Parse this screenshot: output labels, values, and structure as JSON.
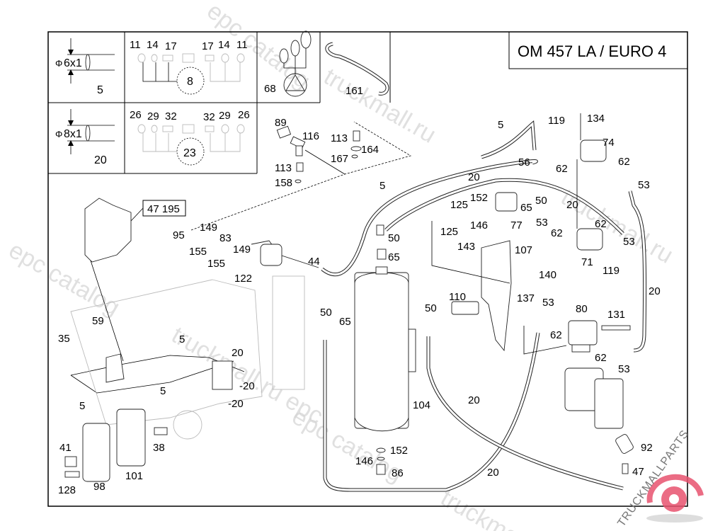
{
  "title": "OM 457 LA / EURO 4",
  "inset_tables": {
    "pipe_6": {
      "dimension": "6x1",
      "symbol": "Φ",
      "part": "5"
    },
    "pipe_8": {
      "dimension": "8x1",
      "symbol": "Φ",
      "part": "20"
    },
    "kit_8": {
      "top_labels": [
        "11",
        "14",
        "17",
        "17",
        "14",
        "11"
      ],
      "kit": "8"
    },
    "kit_23": {
      "top_labels": [
        "26",
        "29",
        "32",
        "32",
        "29",
        "26"
      ],
      "kit": "23"
    },
    "seal_kit": {
      "part": "68"
    },
    "hose": {
      "part": "161"
    }
  },
  "callout_box": "47 195",
  "labels": {
    "l89": "89",
    "l116": "116",
    "l113a": "113",
    "l158": "158",
    "l113b": "113",
    "l164": "164",
    "l167": "167",
    "l5a": "5",
    "l119a": "119",
    "l134": "134",
    "l74": "74",
    "l56": "56",
    "l62a": "62",
    "l62b": "62",
    "l53a": "53",
    "l20a": "20",
    "l5b": "5",
    "l152a": "152",
    "l125a": "125",
    "l65a": "65",
    "l50a": "50",
    "l20b": "20",
    "l125b": "125",
    "l146a": "146",
    "l77": "77",
    "l53b": "53",
    "l62c": "62",
    "l62d": "62",
    "l53c": "53",
    "l50b": "50",
    "l65b": "65",
    "l143": "143",
    "l107": "107",
    "l71": "71",
    "l119b": "119",
    "l140": "140",
    "l95": "95",
    "l149a": "149",
    "l83": "83",
    "l155a": "155",
    "l149b": "149",
    "l155b": "155",
    "l122": "122",
    "l44": "44",
    "l20c": "20",
    "l110": "110",
    "l137": "137",
    "l53d": "53",
    "l80": "80",
    "l131": "131",
    "l62e": "62",
    "l62f": "62",
    "l53e": "53",
    "l50c": "50",
    "l65c": "65",
    "l50d": "50",
    "l104": "104",
    "l20d": "20",
    "l152b": "152",
    "l146b": "146",
    "l86": "86",
    "l20e": "20",
    "l92": "92",
    "l47": "47",
    "l59": "59",
    "l35": "35",
    "l5c": "5",
    "l20f": "20",
    "l20g": "-20",
    "l20h": "-20",
    "l5d": "5",
    "l5e": "5",
    "l41": "41",
    "l38": "38",
    "l128": "128",
    "l98": "98",
    "l101": "101"
  },
  "watermarks": [
    "epc catalog",
    "truckmall.ru",
    "epc catalog",
    "truckmall.ru epc",
    "epc catalog",
    "truckmall.ru",
    "truckmall"
  ],
  "brand": {
    "name": "TRUCKMALLPARTS",
    "accent": "#e8526e"
  }
}
